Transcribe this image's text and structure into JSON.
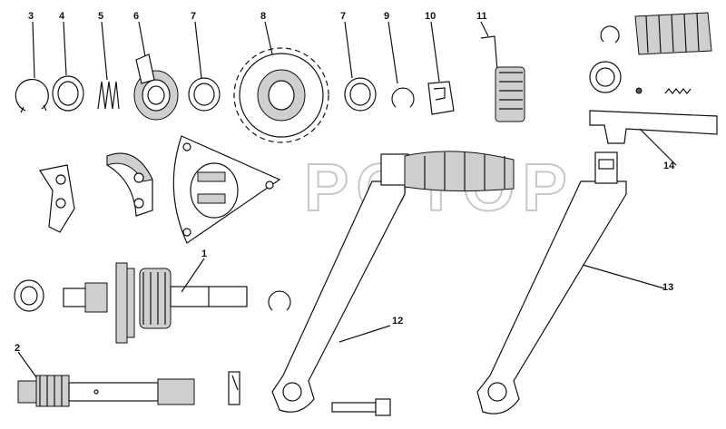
{
  "watermark": "POTOP",
  "callouts": [
    {
      "id": "c3",
      "text": "3"
    },
    {
      "id": "c4",
      "text": "4"
    },
    {
      "id": "c5",
      "text": "5"
    },
    {
      "id": "c6",
      "text": "6"
    },
    {
      "id": "c7a",
      "text": "7"
    },
    {
      "id": "c8",
      "text": "8"
    },
    {
      "id": "c7b",
      "text": "7"
    },
    {
      "id": "c9",
      "text": "9"
    },
    {
      "id": "c10",
      "text": "10"
    },
    {
      "id": "c11",
      "text": "11"
    },
    {
      "id": "c14",
      "text": "14"
    },
    {
      "id": "c1",
      "text": "1"
    },
    {
      "id": "c13",
      "text": "13"
    },
    {
      "id": "c12",
      "text": "12"
    },
    {
      "id": "c2",
      "text": "2"
    }
  ]
}
